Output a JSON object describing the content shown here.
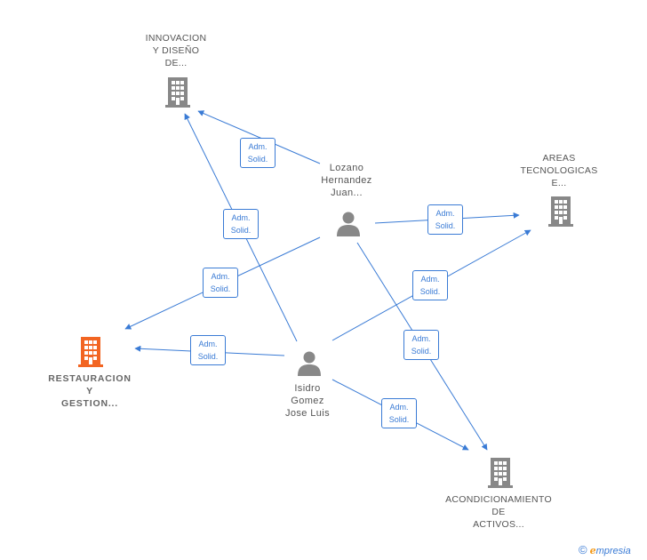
{
  "colors": {
    "edge": "#3a7bd5",
    "company": "#888888",
    "company_focus": "#f26522",
    "person": "#888888",
    "text": "#555555"
  },
  "nodes": {
    "innovacion": {
      "label": [
        "INNOVACION",
        "Y DISEÑO",
        "DE..."
      ],
      "type": "company"
    },
    "areas": {
      "label": [
        "AREAS",
        "TECNOLOGICAS",
        "E..."
      ],
      "type": "company"
    },
    "restauracion": {
      "label": [
        "RESTAURACION",
        "Y",
        "GESTION..."
      ],
      "type": "company-focus"
    },
    "acondicionamiento": {
      "label": [
        "ACONDICIONAMIENTO",
        "DE",
        "ACTIVOS..."
      ],
      "type": "company"
    },
    "lozano": {
      "label": [
        "Lozano",
        "Hernandez",
        "Juan..."
      ],
      "type": "person"
    },
    "isidro": {
      "label": [
        "Isidro",
        "Gomez",
        "Jose Luis"
      ],
      "type": "person"
    }
  },
  "edges": [
    {
      "from": "lozano",
      "to": "innovacion",
      "label": [
        "Adm.",
        "Solid."
      ]
    },
    {
      "from": "isidro",
      "to": "innovacion",
      "label": [
        "Adm.",
        "Solid."
      ]
    },
    {
      "from": "lozano",
      "to": "areas",
      "label": [
        "Adm.",
        "Solid."
      ]
    },
    {
      "from": "isidro",
      "to": "areas",
      "label": [
        "Adm.",
        "Solid."
      ]
    },
    {
      "from": "lozano",
      "to": "restauracion",
      "label": [
        "Adm.",
        "Solid."
      ]
    },
    {
      "from": "isidro",
      "to": "restauracion",
      "label": [
        "Adm.",
        "Solid."
      ]
    },
    {
      "from": "lozano",
      "to": "acondicionamiento",
      "label": [
        "Adm.",
        "Solid."
      ]
    },
    {
      "from": "isidro",
      "to": "acondicionamiento",
      "label": [
        "Adm.",
        "Solid."
      ]
    }
  ],
  "watermark": {
    "copyright": "©",
    "brand_initial": "e",
    "brand_rest": "mpresia"
  }
}
